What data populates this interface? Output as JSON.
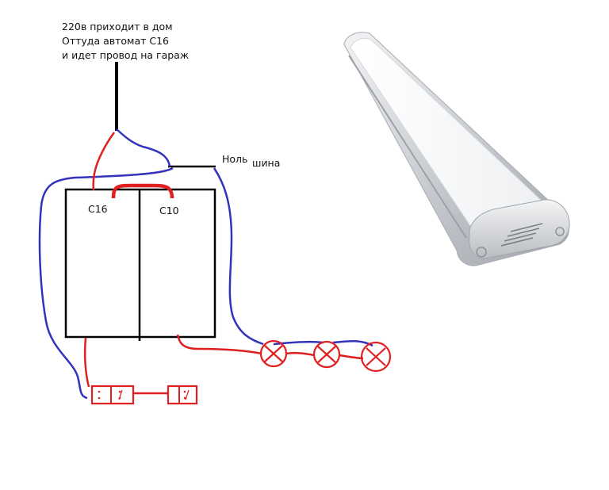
{
  "note": {
    "lines": [
      "220в приходит в дом",
      "Оттуда автомат С16",
      "и идет провод на гараж"
    ]
  },
  "labels": {
    "neutral_bus_1": "Ноль",
    "neutral_bus_2": "шина",
    "breaker_left": "С16",
    "breaker_right": "С10"
  },
  "colors": {
    "phase_wire": "#e02020",
    "neutral_wire": "#3333bb",
    "incoming_cable": "#000000",
    "panel_outline": "#000000"
  },
  "icons": {
    "lamps": [
      "lamp-x-icon",
      "lamp-x-icon",
      "lamp-x-icon"
    ],
    "sockets": [
      "socket-icon",
      "socket-icon"
    ],
    "fixture": "led-linear-fixture-image"
  }
}
